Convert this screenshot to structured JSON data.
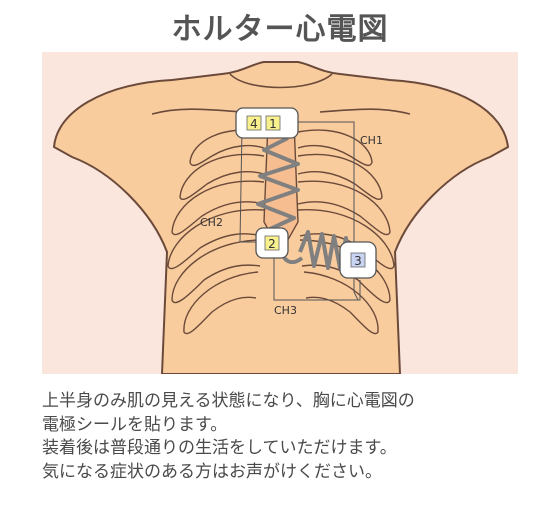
{
  "title": "ホルター心電図",
  "diagram": {
    "electrodes": [
      "4",
      "1",
      "2",
      "3"
    ],
    "channels": [
      "CH1",
      "CH2",
      "CH3"
    ],
    "colors": {
      "background": "#fbe6dd",
      "skin": "#f9cc9e",
      "outline": "#6b4a3a",
      "electrode_yellow": "#f7f08c",
      "electrode_blue": "#c9d3f2",
      "wire": "#808080"
    }
  },
  "description": [
    "上半身のみ肌の見える状態になり、胸に心電図の",
    "電極シールを貼ります。",
    "装着後は普段通りの生活をしていただけます。",
    "気になる症状のある方はお声がけください。"
  ]
}
